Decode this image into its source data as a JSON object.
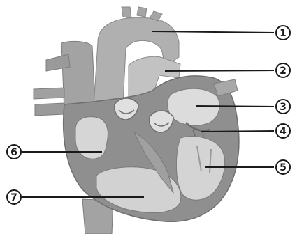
{
  "diagram": {
    "colors": {
      "background": "#ffffff",
      "tissue_dark": "#8a8a8a",
      "tissue_mid": "#a9a9a9",
      "tissue_light": "#c8c8c8",
      "chamber": "#d9d9d9",
      "ink": "#1a1a1a"
    },
    "labels": [
      {
        "id": "label-1",
        "marker": "①",
        "number": "1"
      },
      {
        "id": "label-2",
        "marker": "②",
        "number": "2"
      },
      {
        "id": "label-3",
        "marker": "③",
        "number": "3"
      },
      {
        "id": "label-4",
        "marker": "④",
        "number": "4"
      },
      {
        "id": "label-5",
        "marker": "⑤",
        "number": "5"
      },
      {
        "id": "label-6",
        "marker": "⑥",
        "number": "6"
      },
      {
        "id": "label-7",
        "marker": "⑦",
        "number": "7"
      }
    ]
  }
}
